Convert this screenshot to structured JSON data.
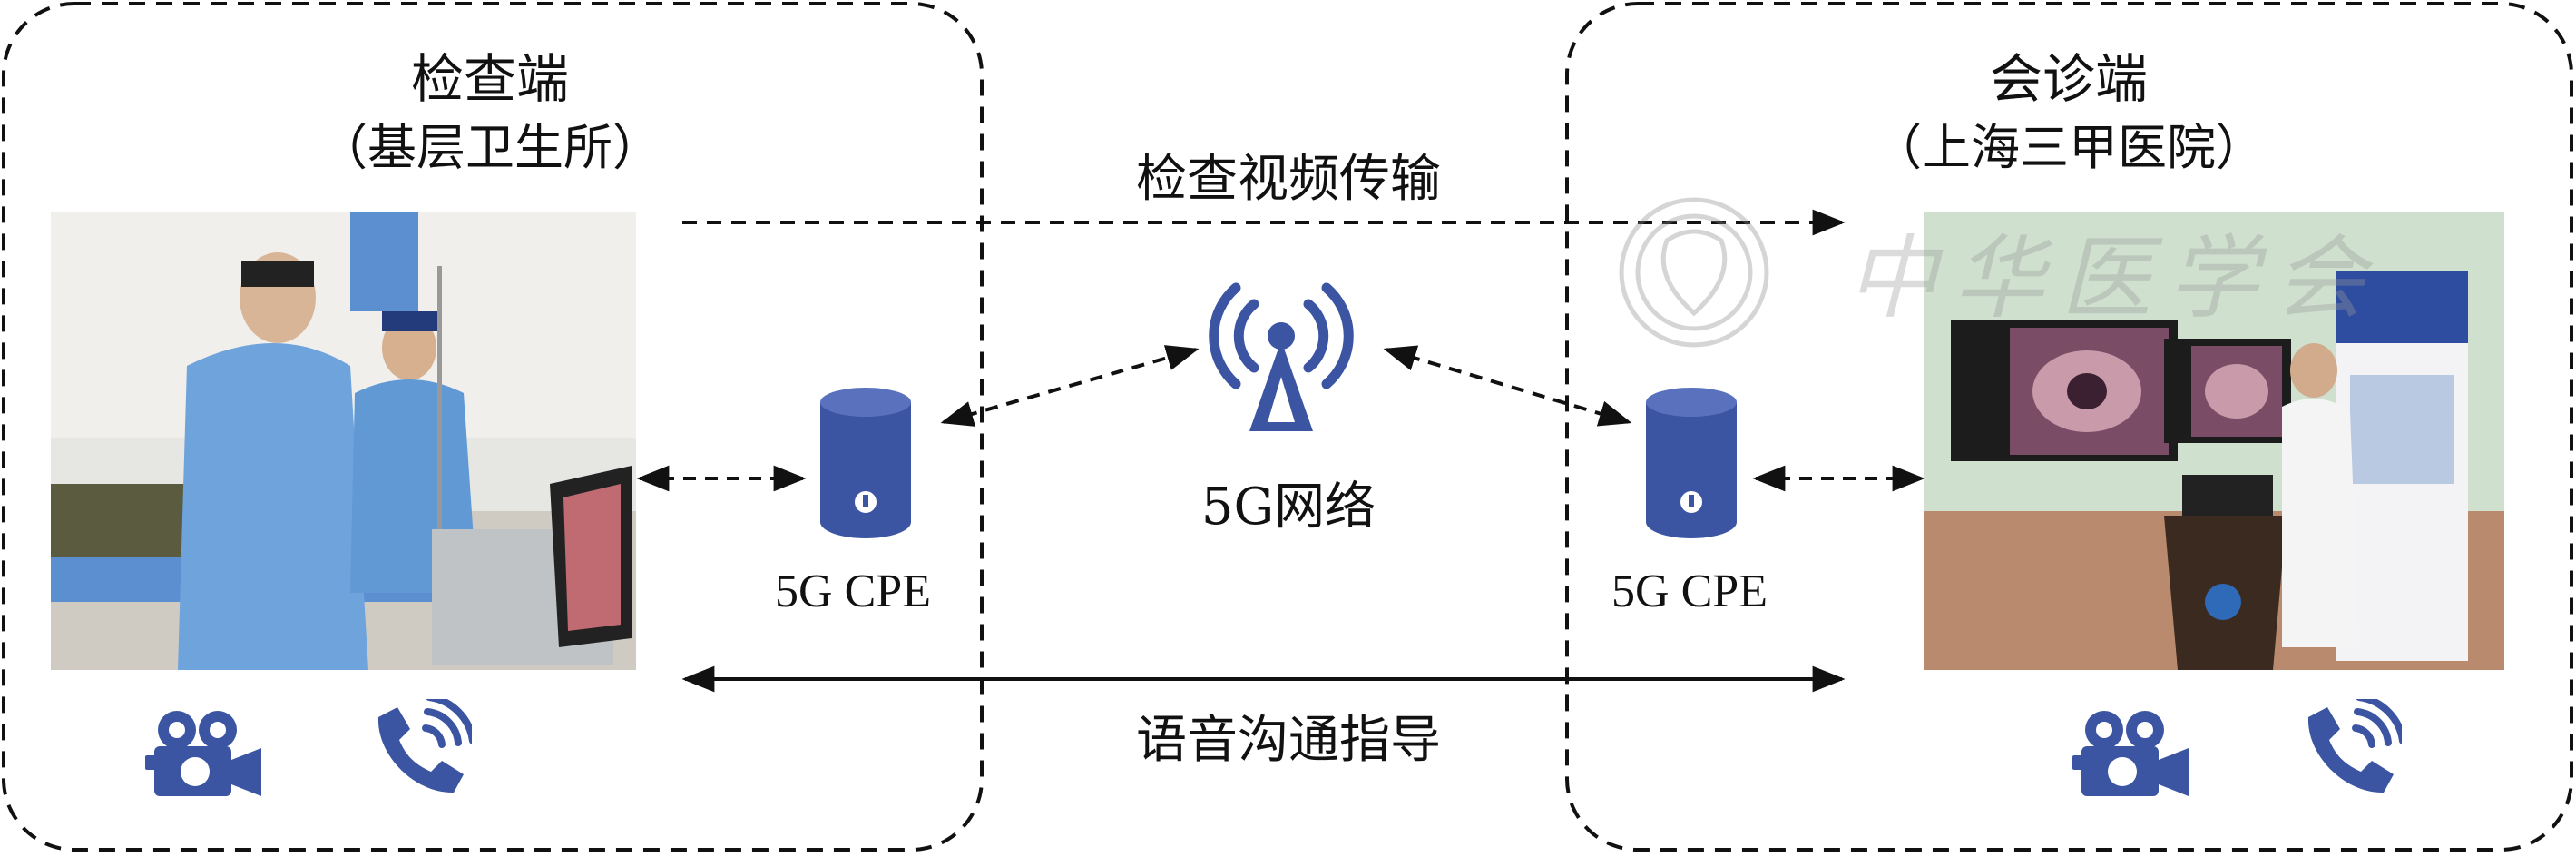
{
  "left": {
    "title": "检查端",
    "subtitle": "（基层卫生所）",
    "device_label": "5G CPE"
  },
  "right": {
    "title": "会诊端",
    "subtitle": "（上海三甲医院）",
    "device_label": "5G CPE"
  },
  "center": {
    "top_link_label": "检查视频传输",
    "network_label": "5G网络",
    "bottom_link_label": "语音沟通指导"
  },
  "watermark": {
    "text": "中华医学会"
  },
  "colors": {
    "accent_blue": "#3b55a3",
    "line": "#111111",
    "dashed_box": "#111111"
  },
  "icons": {
    "camera": "video-camera-icon",
    "phone": "phone-call-icon",
    "tower": "antenna-tower-icon",
    "device": "cpe-cylinder-icon"
  }
}
